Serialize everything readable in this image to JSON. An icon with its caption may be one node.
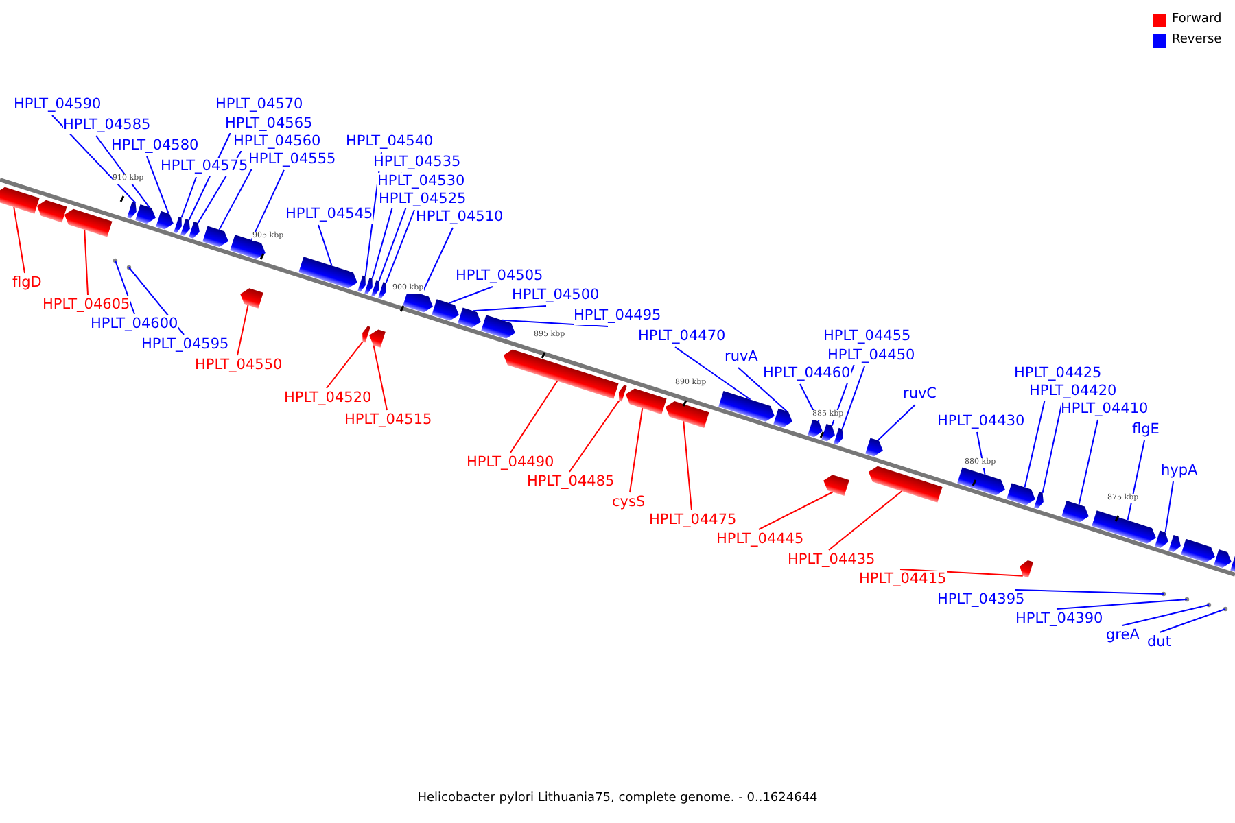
{
  "diagram": {
    "caption": "Helicobacter pylori Lithuania75, complete genome. - 0..1624644",
    "nodes": [
      {
        "text": [
          "HPLT_04590"
        ]
      },
      {
        "text": [
          "HPLT_04585"
        ]
      },
      {
        "text": [
          "HPLT_04580"
        ]
      },
      {
        "text": [
          "HPLT_04575"
        ]
      },
      {
        "text": [
          "HPLT_04570"
        ]
      },
      {
        "text": [
          "HPLT_04565"
        ]
      },
      {
        "text": [
          "HPLT_04560"
        ]
      },
      {
        "text": [
          "HPLT_04555"
        ]
      },
      {
        "text": [
          "HPLT_04545"
        ]
      },
      {
        "text": [
          "HPLT_04540"
        ]
      },
      {
        "text": [
          "HPLT_04535"
        ]
      },
      {
        "text": [
          "HPLT_04530"
        ]
      },
      {
        "text": [
          "HPLT_04525"
        ]
      },
      {
        "text": [
          "HPLT_04510"
        ]
      },
      {
        "text": [
          "HPLT_04505"
        ]
      },
      {
        "text": [
          "HPLT_04500"
        ]
      },
      {
        "text": [
          "HPLT_04495"
        ]
      },
      {
        "text": [
          "HPLT_04470"
        ]
      },
      {
        "text": [
          "ruvA"
        ]
      },
      {
        "text": [
          "HPLT_04460"
        ]
      },
      {
        "text": [
          "HPLT_04455"
        ]
      },
      {
        "text": [
          "HPLT_04450"
        ]
      },
      {
        "text": [
          "ruvC"
        ]
      },
      {
        "text": [
          "HPLT_04430"
        ]
      },
      {
        "text": [
          "HPLT_04425"
        ]
      },
      {
        "text": [
          "HPLT_04420"
        ]
      },
      {
        "text": [
          "HPLT_04410"
        ]
      },
      {
        "text": [
          "flgE"
        ]
      },
      {
        "text": [
          "hypA"
        ]
      },
      {
        "text": [
          "flgD"
        ]
      },
      {
        "text": [
          "HPLT_04605"
        ]
      },
      {
        "text": [
          "HPLT_04600"
        ]
      },
      {
        "text": [
          "HPLT_04595"
        ]
      },
      {
        "text": [
          "HPLT_04550"
        ]
      },
      {
        "text": [
          "HPLT_04520"
        ]
      },
      {
        "text": [
          "HPLT_04515"
        ]
      },
      {
        "text": [
          "HPLT_04490"
        ]
      },
      {
        "text": [
          "HPLT_04485"
        ]
      },
      {
        "text": [
          "cysS"
        ]
      },
      {
        "text": [
          "HPLT_04475"
        ]
      },
      {
        "text": [
          "HPLT_04445"
        ]
      },
      {
        "text": [
          "HPLT_04435"
        ]
      },
      {
        "text": [
          "HPLT_04415"
        ]
      },
      {
        "text": [
          "HPLT_04395"
        ]
      },
      {
        "text": [
          "HPLT_04390"
        ]
      },
      {
        "text": [
          "greA"
        ]
      },
      {
        "text": [
          "dut"
        ]
      },
      {
        "text": [],
        "shape": "bar"
      },
      {
        "text": [],
        "shape": "bar"
      },
      {
        "text": [],
        "shape": "circle"
      },
      {
        "text": [],
        "shape": "bar"
      },
      {
        "text": [],
        "shape": "circle"
      },
      {
        "text": [],
        "shape": "bar"
      },
      {
        "text": [],
        "shape": "bar"
      },
      {
        "text": [],
        "shape": "bar"
      },
      {
        "text": [],
        "shape": "bar"
      },
      {
        "text": [],
        "shape": "bar"
      },
      {
        "text": [],
        "shape": "bar"
      },
      {
        "text": [],
        "shape": "bar"
      },
      {
        "text": [],
        "shape": "bar"
      },
      {
        "text": [],
        "shape": "bar"
      },
      {
        "text": [],
        "shape": "bar"
      },
      {
        "text": [],
        "shape": "bar"
      },
      {
        "text": [],
        "shape": "bar"
      },
      {
        "text": [],
        "shape": "bar"
      },
      {
        "text": [],
        "shape": "bar"
      },
      {
        "text": [],
        "shape": "bar"
      },
      {
        "text": [],
        "shape": "bar"
      },
      {
        "text": [],
        "shape": "bar"
      },
      {
        "text": [],
        "shape": "bar"
      },
      {
        "text": [],
        "shape": "bar"
      },
      {
        "text": [],
        "shape": "bar"
      },
      {
        "text": [],
        "shape": "bar"
      },
      {
        "text": [],
        "shape": "bar"
      },
      {
        "text": [],
        "shape": "bar"
      },
      {
        "text": [],
        "shape": "bar"
      },
      {
        "text": [],
        "shape": "bar"
      },
      {
        "text": [],
        "shape": "bar"
      },
      {
        "text": [],
        "shape": "bar"
      },
      {
        "text": [],
        "shape": "bar"
      },
      {
        "text": [],
        "shape": "bar"
      },
      {
        "text": [],
        "shape": "bar"
      },
      {
        "text": [],
        "shape": "bar"
      },
      {
        "text": [],
        "shape": "bar"
      },
      {
        "text": [],
        "shape": "bar"
      },
      {
        "text": [],
        "shape": "bar"
      },
      {
        "text": [],
        "shape": "bar"
      },
      {
        "text": [],
        "shape": "bar"
      },
      {
        "text": [],
        "shape": "bar"
      },
      {
        "text": [],
        "shape": "bar"
      },
      {
        "text": [],
        "shape": "circle"
      },
      {
        "text": [],
        "shape": "circle"
      },
      {
        "text": [],
        "shape": "circle"
      },
      {
        "text": [],
        "shape": "circle"
      },
      {
        "text": [],
        "shape": "bar"
      },
      {
        "text": [],
        "shape": "bar"
      },
      {
        "text": [],
        "shape": "bar"
      },
      {
        "text": [],
        "shape": "bar"
      },
      {
        "text": [],
        "shape": "bar"
      }
    ],
    "edges": [
      {
        "from": 0,
        "to": 50,
        "arrow": "none"
      },
      {
        "from": 1,
        "to": 52,
        "arrow": "none"
      },
      {
        "from": 2,
        "to": 53,
        "arrow": "none"
      },
      {
        "from": 3,
        "to": 54,
        "arrow": "none"
      },
      {
        "from": 4,
        "to": 55,
        "arrow": "none"
      },
      {
        "from": 5,
        "to": 56,
        "arrow": "none"
      },
      {
        "from": 6,
        "to": 57,
        "arrow": "none"
      },
      {
        "from": 7,
        "to": 58,
        "arrow": "none"
      },
      {
        "from": 8,
        "to": 60,
        "arrow": "none"
      },
      {
        "from": 9,
        "to": 61,
        "arrow": "none"
      },
      {
        "from": 10,
        "to": 62,
        "arrow": "none"
      },
      {
        "from": 11,
        "to": 63,
        "arrow": "none"
      },
      {
        "from": 12,
        "to": 65,
        "arrow": "none"
      },
      {
        "from": 13,
        "to": 67,
        "arrow": "none"
      },
      {
        "from": 14,
        "to": 68,
        "arrow": "none"
      },
      {
        "from": 15,
        "to": 69,
        "arrow": "none"
      },
      {
        "from": 16,
        "to": 70,
        "arrow": "none"
      },
      {
        "from": 17,
        "to": 75,
        "arrow": "none"
      },
      {
        "from": 18,
        "to": 76,
        "arrow": "none"
      },
      {
        "from": 19,
        "to": 77,
        "arrow": "none"
      },
      {
        "from": 20,
        "to": 78,
        "arrow": "none"
      },
      {
        "from": 21,
        "to": 79,
        "arrow": "none"
      },
      {
        "from": 22,
        "to": 81,
        "arrow": "none"
      },
      {
        "from": 23,
        "to": 83,
        "arrow": "none"
      },
      {
        "from": 24,
        "to": 84,
        "arrow": "none"
      },
      {
        "from": 25,
        "to": 85,
        "arrow": "none"
      },
      {
        "from": 26,
        "to": 87,
        "arrow": "none"
      },
      {
        "from": 27,
        "to": 88,
        "arrow": "none"
      },
      {
        "from": 28,
        "to": 89,
        "arrow": "none"
      },
      {
        "from": 29,
        "to": 47,
        "arrow": "none",
        "color": "#ff0000"
      },
      {
        "from": 30,
        "to": 48,
        "arrow": "none",
        "color": "#ff0000"
      },
      {
        "from": 31,
        "to": 49,
        "arrow": "none"
      },
      {
        "from": 32,
        "to": 51,
        "arrow": "none"
      },
      {
        "from": 33,
        "to": 59,
        "arrow": "none",
        "color": "#ff0000"
      },
      {
        "from": 34,
        "to": 64,
        "arrow": "none",
        "color": "#ff0000"
      },
      {
        "from": 35,
        "to": 66,
        "arrow": "none",
        "color": "#ff0000"
      },
      {
        "from": 36,
        "to": 71,
        "arrow": "none",
        "color": "#ff0000"
      },
      {
        "from": 37,
        "to": 72,
        "arrow": "none",
        "color": "#ff0000"
      },
      {
        "from": 38,
        "to": 73,
        "arrow": "none",
        "color": "#ff0000"
      },
      {
        "from": 39,
        "to": 74,
        "arrow": "none",
        "color": "#ff0000"
      },
      {
        "from": 40,
        "to": 80,
        "arrow": "none",
        "color": "#ff0000"
      },
      {
        "from": 41,
        "to": 82,
        "arrow": "none",
        "color": "#ff0000"
      },
      {
        "from": 42,
        "to": 86,
        "arrow": "none",
        "color": "#ff0000"
      },
      {
        "from": 43,
        "to": 90,
        "arrow": "none"
      },
      {
        "from": 44,
        "to": 91,
        "arrow": "none"
      },
      {
        "from": 45,
        "to": 92,
        "arrow": "none"
      },
      {
        "from": 46,
        "to": 93,
        "arrow": "none"
      }
    ],
    "labels": [
      "910 kbp",
      "905 kbp",
      "900 kbp",
      "895 kbp",
      "890 kbp",
      "885 kbp",
      "880 kbp",
      "875 kbp"
    ],
    "legend": [
      {
        "text": "Forward",
        "color": "#ff0000"
      },
      {
        "text": "Reverse",
        "color": "#0000ff"
      }
    ]
  }
}
